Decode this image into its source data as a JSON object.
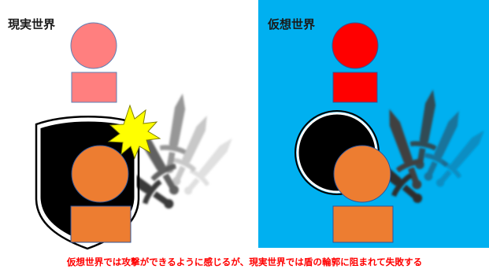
{
  "panels": {
    "real": {
      "label": "現実世界"
    },
    "virtual": {
      "label": "仮想世界",
      "background": "#00b0f0"
    }
  },
  "caption": {
    "text": "仮想世界では攻撃ができるように感じるが、現実世界では盾の輪郭に阻まれて失敗する",
    "color": "#ff0000"
  },
  "colors": {
    "enemy_real": "#ff7f7f",
    "enemy_virtual": "#ff0000",
    "player": "#ed7d31",
    "shield": "#000000",
    "impact": "#ffff00",
    "sword": "#404040"
  },
  "icons": {
    "impact": "impact-burst-icon",
    "shield": "shield-icon",
    "sword": "sword-icon"
  }
}
